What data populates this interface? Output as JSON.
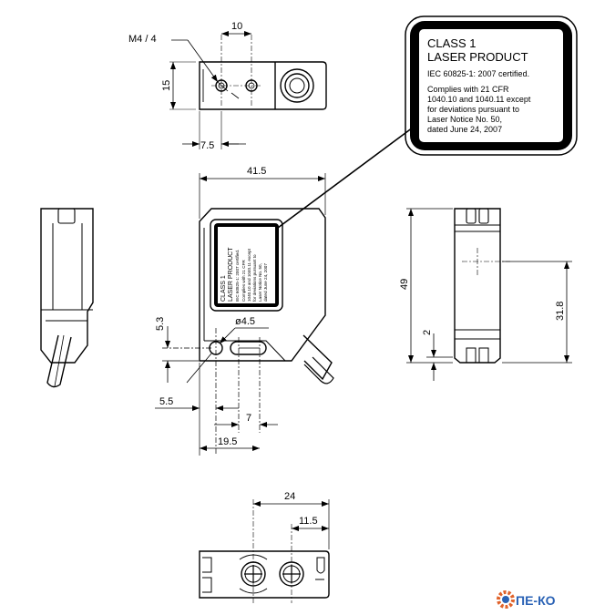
{
  "dimensions": {
    "thread": "M4 / 4",
    "d10": "10",
    "d15": "15",
    "d7_5": "7.5",
    "d41_5": "41.5",
    "d49": "49",
    "d31_8": "31.8",
    "d2": "2",
    "d5_3": "5.3",
    "d4_5": "ø4.5",
    "d5_5": "5.5",
    "d7": "7",
    "d19_5": "19.5",
    "d24": "24",
    "d11_5": "11.5"
  },
  "warning_label": {
    "line1": "CLASS 1",
    "line2": "LASER PRODUCT",
    "line3": "IEC 60825-1: 2007 certified.",
    "line4": "Complies with 21 CFR",
    "line5": "1040.10 and 1040.11 except",
    "line6": "for deviations pursuant to",
    "line7": "Laser Notice No. 50,",
    "line8": "dated June 24, 2007"
  },
  "brand": {
    "name": "ПЕ-КО",
    "accent_color": "#2a62b5",
    "gear_color": "#e0622a"
  }
}
